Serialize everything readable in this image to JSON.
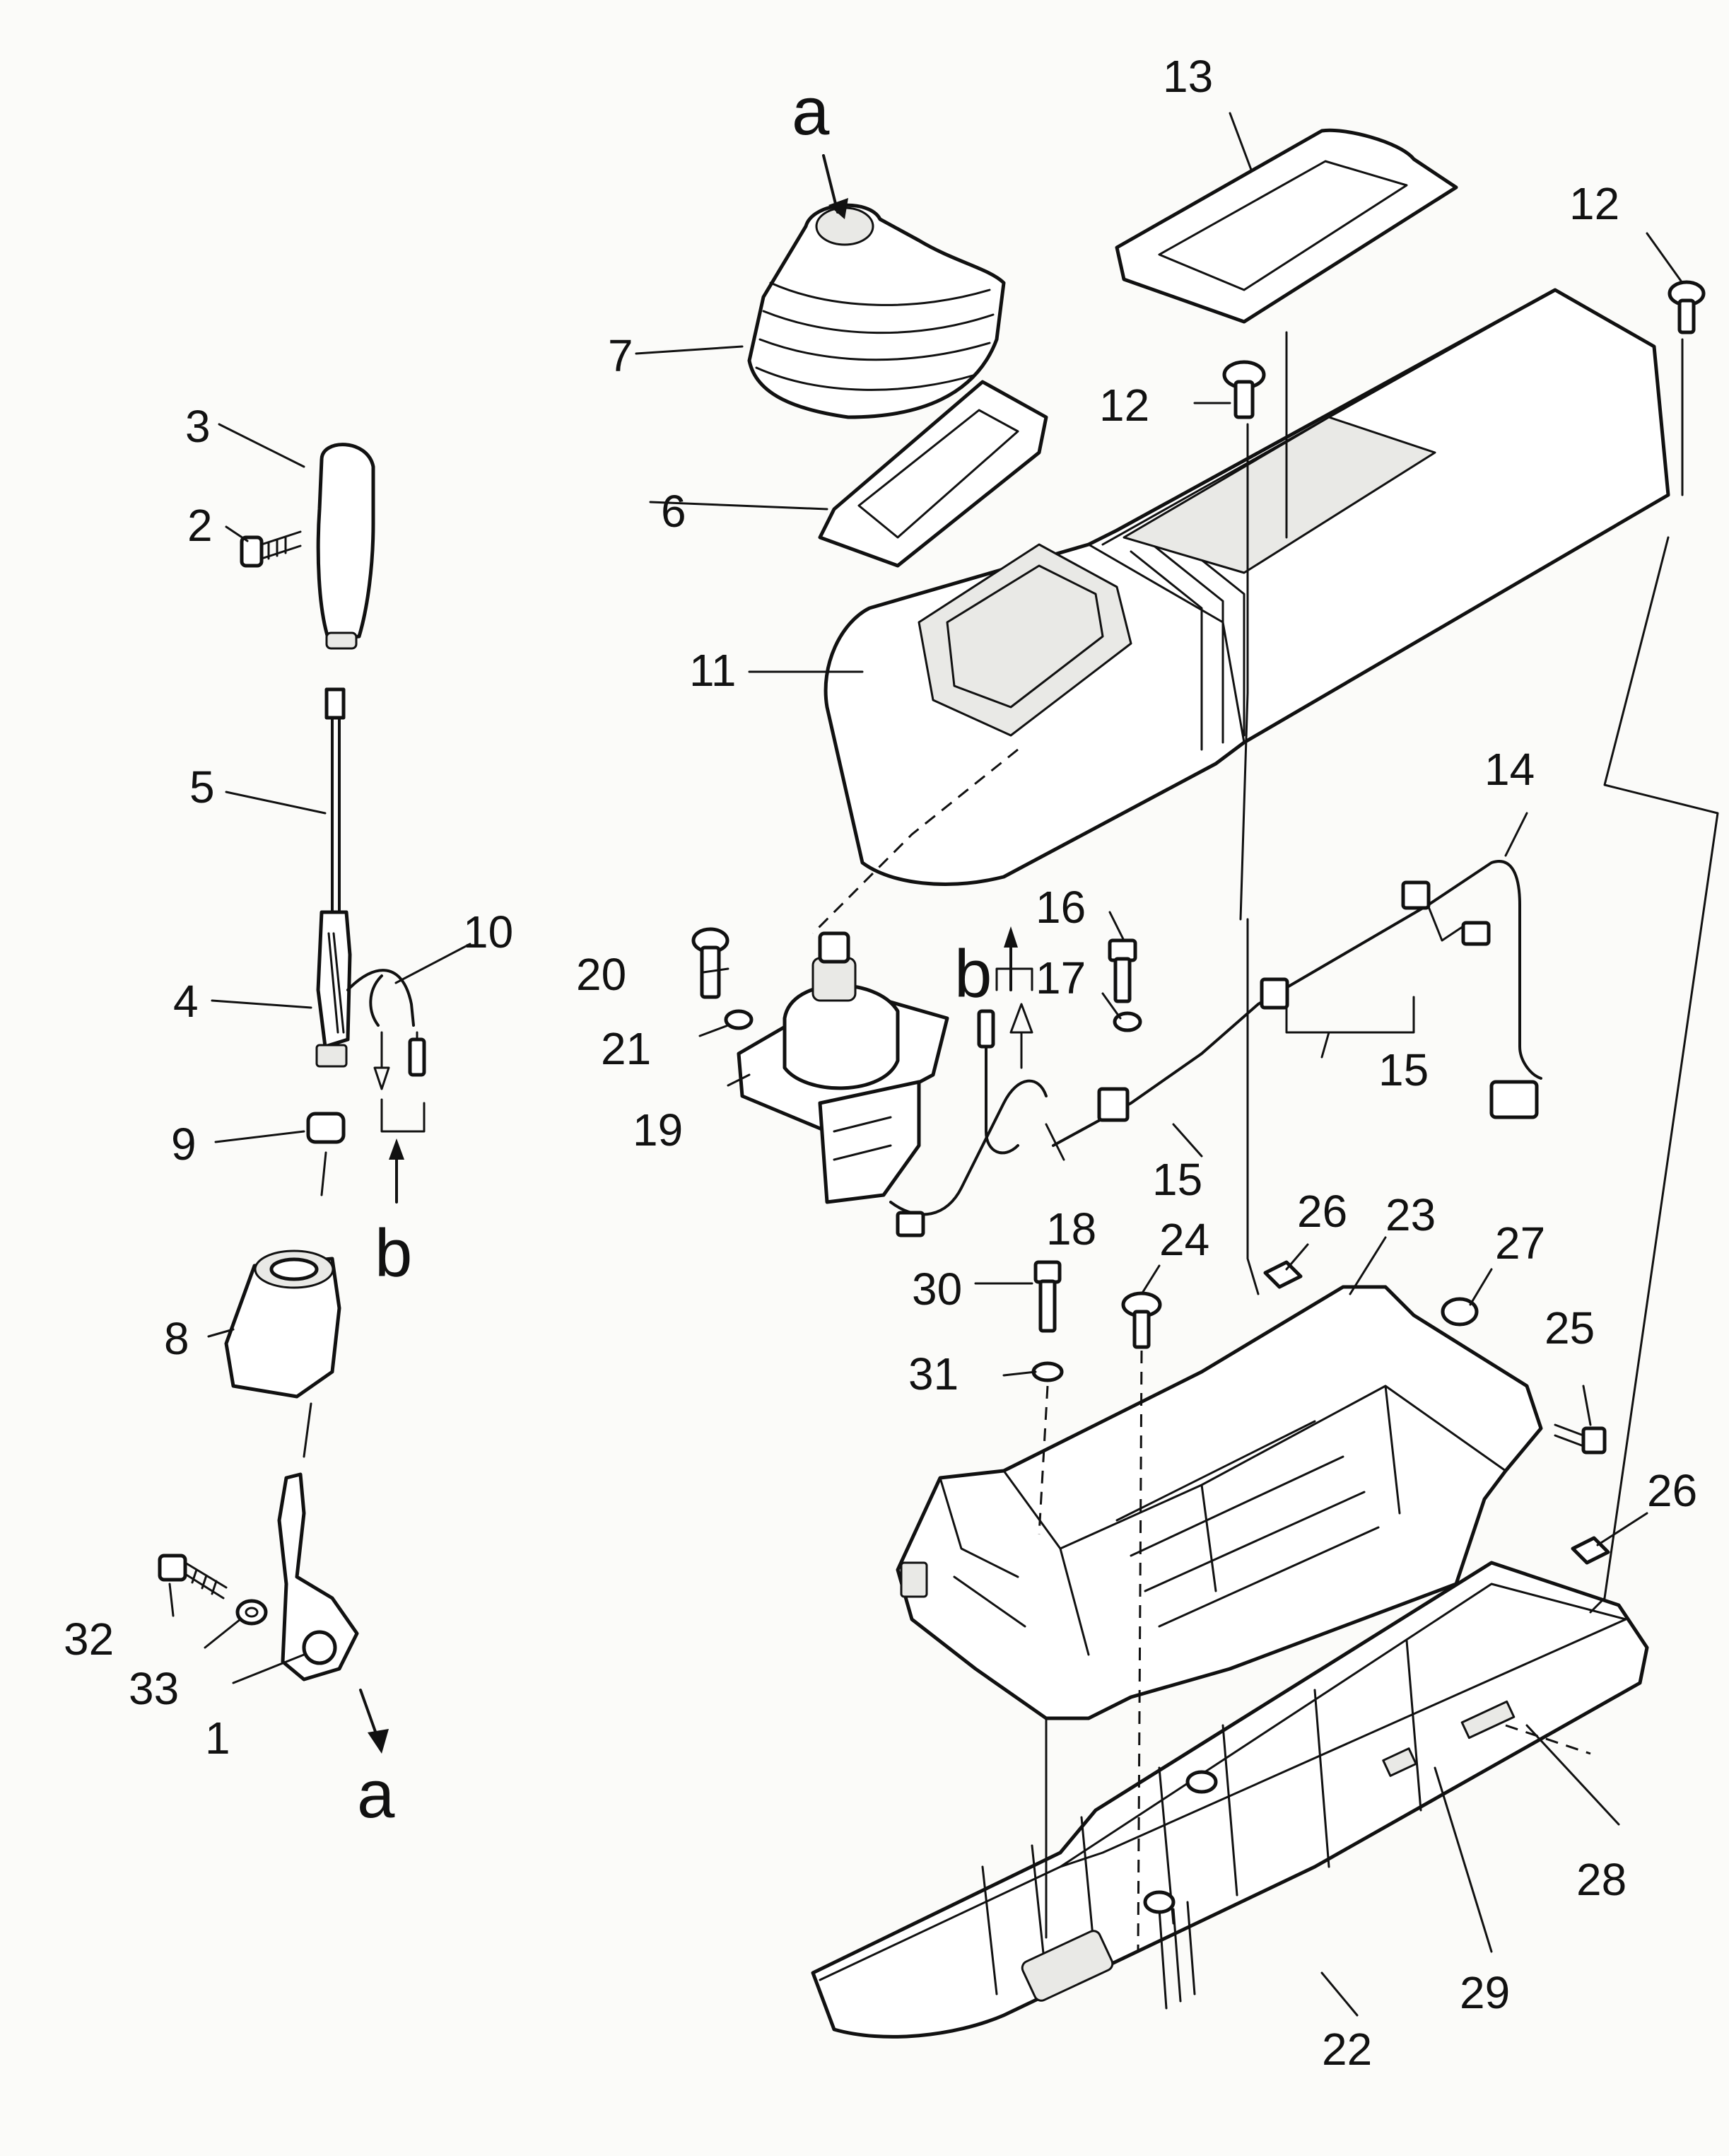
{
  "diagram": {
    "part_numbers": [
      "1",
      "2",
      "3",
      "4",
      "5",
      "6",
      "7",
      "8",
      "9",
      "10",
      "11",
      "12",
      "13",
      "14",
      "15",
      "16",
      "17",
      "18",
      "19",
      "20",
      "21",
      "22",
      "23",
      "24",
      "25",
      "26",
      "27",
      "28",
      "29",
      "30",
      "31",
      "32",
      "33"
    ],
    "labels": {
      "p1": "1",
      "p2": "2",
      "p3": "3",
      "p4": "4",
      "p5": "5",
      "p6": "6",
      "p7": "7",
      "p8": "8",
      "p9": "9",
      "p10": "10",
      "p11": "11",
      "p12a": "12",
      "p12b": "12",
      "p13": "13",
      "p14": "14",
      "p15a": "15",
      "p15b": "15",
      "p16": "16",
      "p17": "17",
      "p18": "18",
      "p19": "19",
      "p20": "20",
      "p21": "21",
      "p22": "22",
      "p23": "23",
      "p24": "24",
      "p25": "25",
      "p26a": "26",
      "p26b": "26",
      "p27": "27",
      "p28": "28",
      "p29": "29",
      "p30": "30",
      "p31": "31",
      "p32": "32",
      "p33": "33"
    },
    "refs": {
      "a_top": "a",
      "a_bottom": "a",
      "b_left": "b",
      "b_right": "b"
    }
  }
}
